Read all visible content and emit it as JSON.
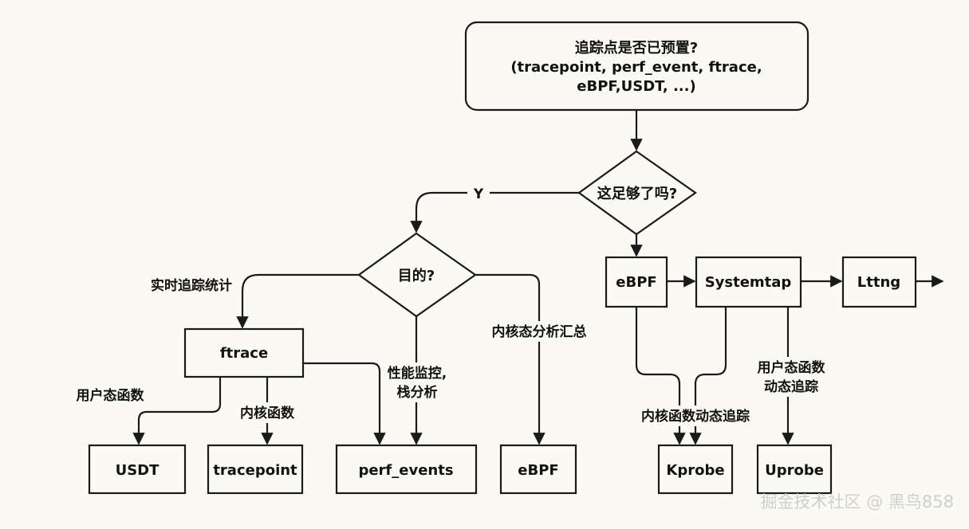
{
  "nodes": {
    "start_line1": "追踪点是否已预置?",
    "start_line2": "(tracepoint, perf_event, ftrace,",
    "start_line3": "eBPF,USDT, ...)",
    "enough": "这足够了吗?",
    "purpose": "目的?",
    "ftrace": "ftrace",
    "usdt": "USDT",
    "tracepoint": "tracepoint",
    "perf_events": "perf_events",
    "ebpf_left": "eBPF",
    "ebpf_right": "eBPF",
    "systemtap": "Systemtap",
    "lttng": "Lttng",
    "kprobe": "Kprobe",
    "uprobe": "Uprobe"
  },
  "edges": {
    "yes": "Y",
    "realtime_stats": "实时追踪统计",
    "kernel_summary": "内核态分析汇总",
    "perf_monitor_line1": "性能监控,",
    "perf_monitor_line2": "栈分析",
    "user_func": "用户态函数",
    "kernel_func": "内核函数",
    "kernel_dynamic": "内核函数动态追踪",
    "user_dynamic_line1": "用户态函数",
    "user_dynamic_line2": "动态追踪"
  },
  "watermark": "掘金技术社区 @ 黑鸟858"
}
